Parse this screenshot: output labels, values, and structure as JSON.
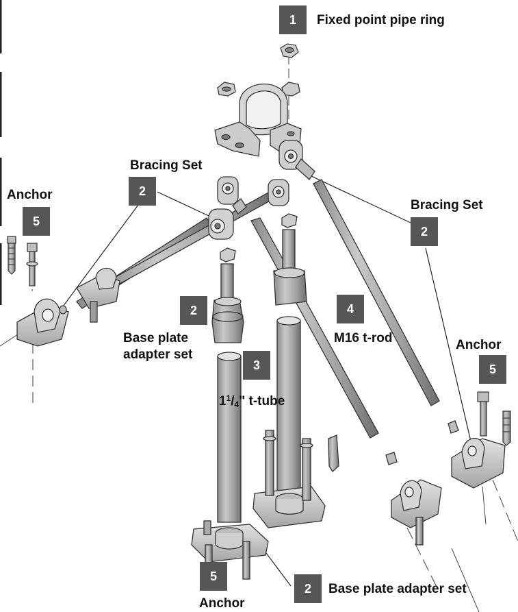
{
  "callouts": [
    {
      "id": "c1",
      "number": "1",
      "label": "Fixed point pipe ring"
    },
    {
      "id": "c2",
      "number": "2",
      "label": "Bracing Set"
    },
    {
      "id": "c3",
      "number": "5",
      "label": "Anchor"
    },
    {
      "id": "c4",
      "number": "2",
      "label": "Bracing Set"
    },
    {
      "id": "c5",
      "number": "2",
      "label_line1": "Base plate",
      "label_line2": "adapter set"
    },
    {
      "id": "c6",
      "number": "4",
      "label": "M16 t-rod"
    },
    {
      "id": "c7",
      "number": "5",
      "label": "Anchor"
    },
    {
      "id": "c8",
      "number": "3",
      "label_main": "1",
      "label_frac_num": "1",
      "label_frac_den": "4",
      "label_rest": "\" t-tube"
    },
    {
      "id": "c9",
      "number": "5",
      "label": "Anchor"
    },
    {
      "id": "c10",
      "number": "2",
      "label": "Base plate adapter set"
    }
  ],
  "colors": {
    "badge": "#565656",
    "metal_light": "#d8d8d8",
    "metal_mid": "#a9a9a9",
    "metal_dark": "#7a7a7a",
    "outline": "#333333"
  }
}
